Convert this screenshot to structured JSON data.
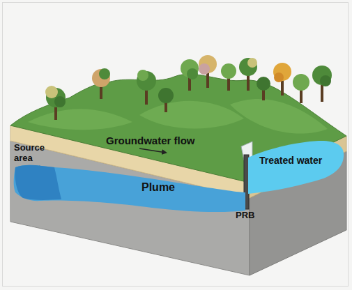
{
  "diagram": {
    "nodes": [
      {
        "text": [
          "Plume"
        ]
      },
      {
        "text": [
          "Treated water"
        ]
      }
    ],
    "labels": [
      "Groundwater flow",
      "Source area",
      "PRB"
    ]
  }
}
